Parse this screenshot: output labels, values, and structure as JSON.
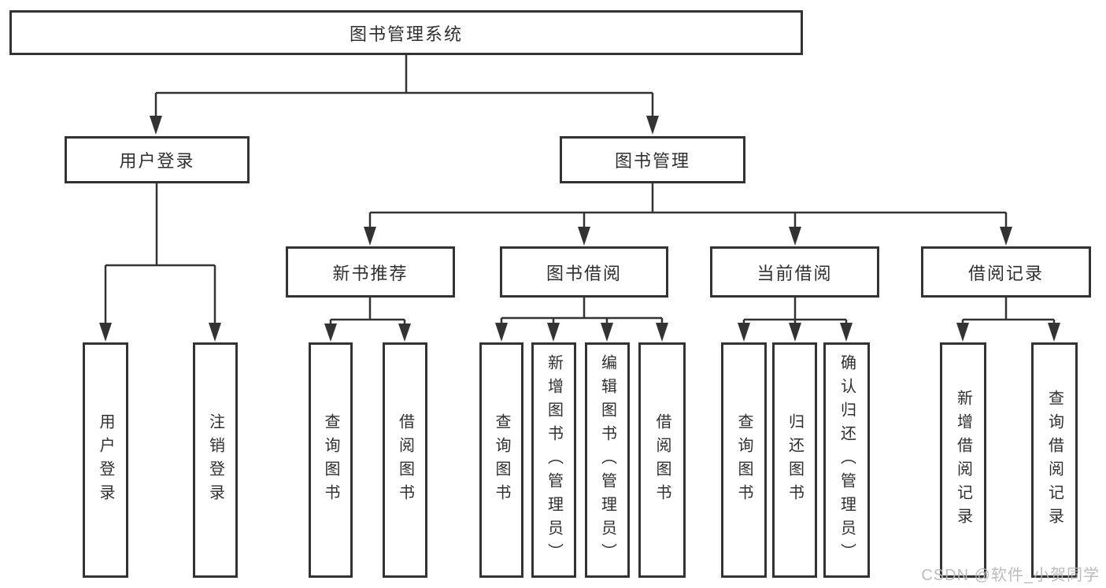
{
  "tree": {
    "label": "图书管理系统",
    "children": [
      {
        "label": "用户登录",
        "children": [
          {
            "label": "用户登录"
          },
          {
            "label": "注销登录"
          }
        ]
      },
      {
        "label": "图书管理",
        "children": [
          {
            "label": "新书推荐",
            "children": [
              {
                "label": "查询图书"
              },
              {
                "label": "借阅图书"
              }
            ]
          },
          {
            "label": "图书借阅",
            "children": [
              {
                "label": "查询图书"
              },
              {
                "label": "新增图书（管理员）"
              },
              {
                "label": "编辑图书（管理员）"
              },
              {
                "label": "借阅图书"
              }
            ]
          },
          {
            "label": "当前借阅",
            "children": [
              {
                "label": "查询图书"
              },
              {
                "label": "归还图书"
              },
              {
                "label": "确认归还（管理员）"
              }
            ]
          },
          {
            "label": "借阅记录",
            "children": [
              {
                "label": "新增借阅记录"
              },
              {
                "label": "查询借阅记录"
              }
            ]
          }
        ]
      }
    ]
  },
  "watermark": {
    "text": "CSDN @软件_小贺同学"
  },
  "colors": {
    "ink": "#333333",
    "box_background": "#ffffff",
    "watermark": "#b5b5b5"
  }
}
